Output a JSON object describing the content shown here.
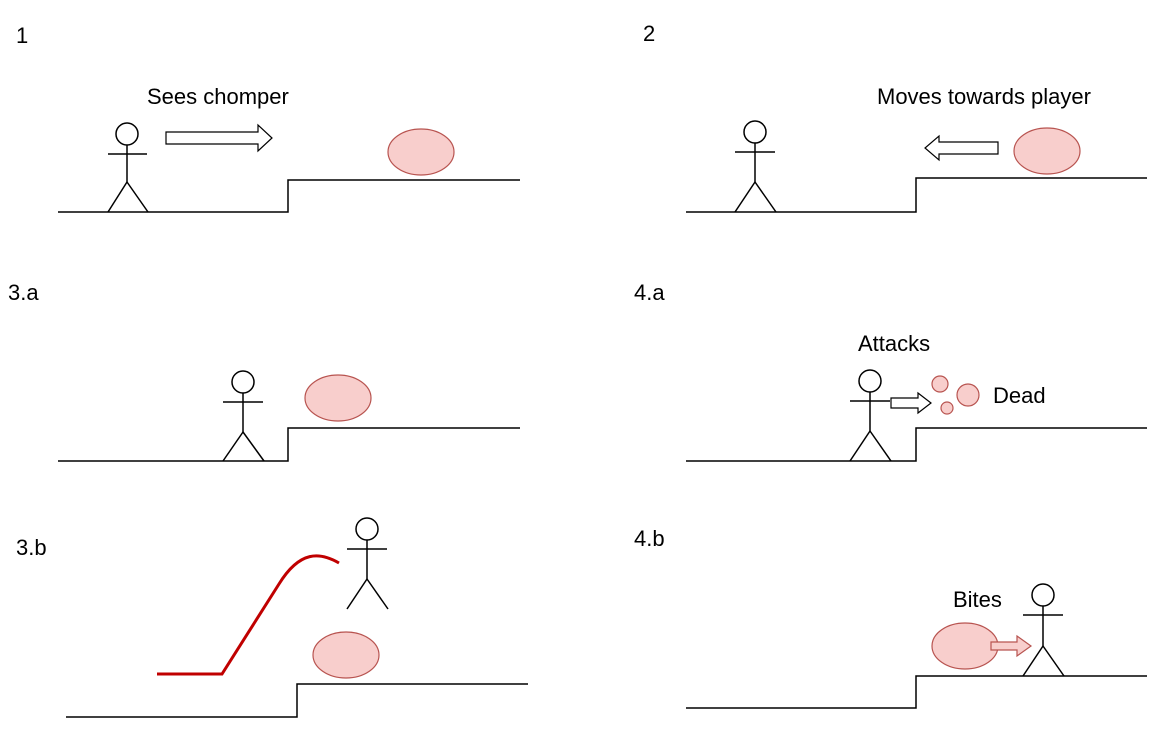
{
  "colors": {
    "chomper_fill": "#f8cecc",
    "chomper_stroke": "#b85450",
    "jump_path": "#c00000",
    "line": "#000000"
  },
  "panels": [
    {
      "id": "1",
      "label": "1",
      "caption": "Sees chomper",
      "arrow_icon": "right-arrow-icon"
    },
    {
      "id": "2",
      "label": "2",
      "caption": "Moves towards player",
      "arrow_icon": "left-arrow-icon"
    },
    {
      "id": "3a",
      "label": "3.a"
    },
    {
      "id": "4a",
      "label": "4.a",
      "caption": "Attacks",
      "result": "Dead",
      "arrow_icon": "right-arrow-icon"
    },
    {
      "id": "3b",
      "label": "3.b",
      "path_icon": "jump-path-icon"
    },
    {
      "id": "4b",
      "label": "4.b",
      "caption": "Bites",
      "arrow_icon": "right-arrow-icon"
    }
  ]
}
